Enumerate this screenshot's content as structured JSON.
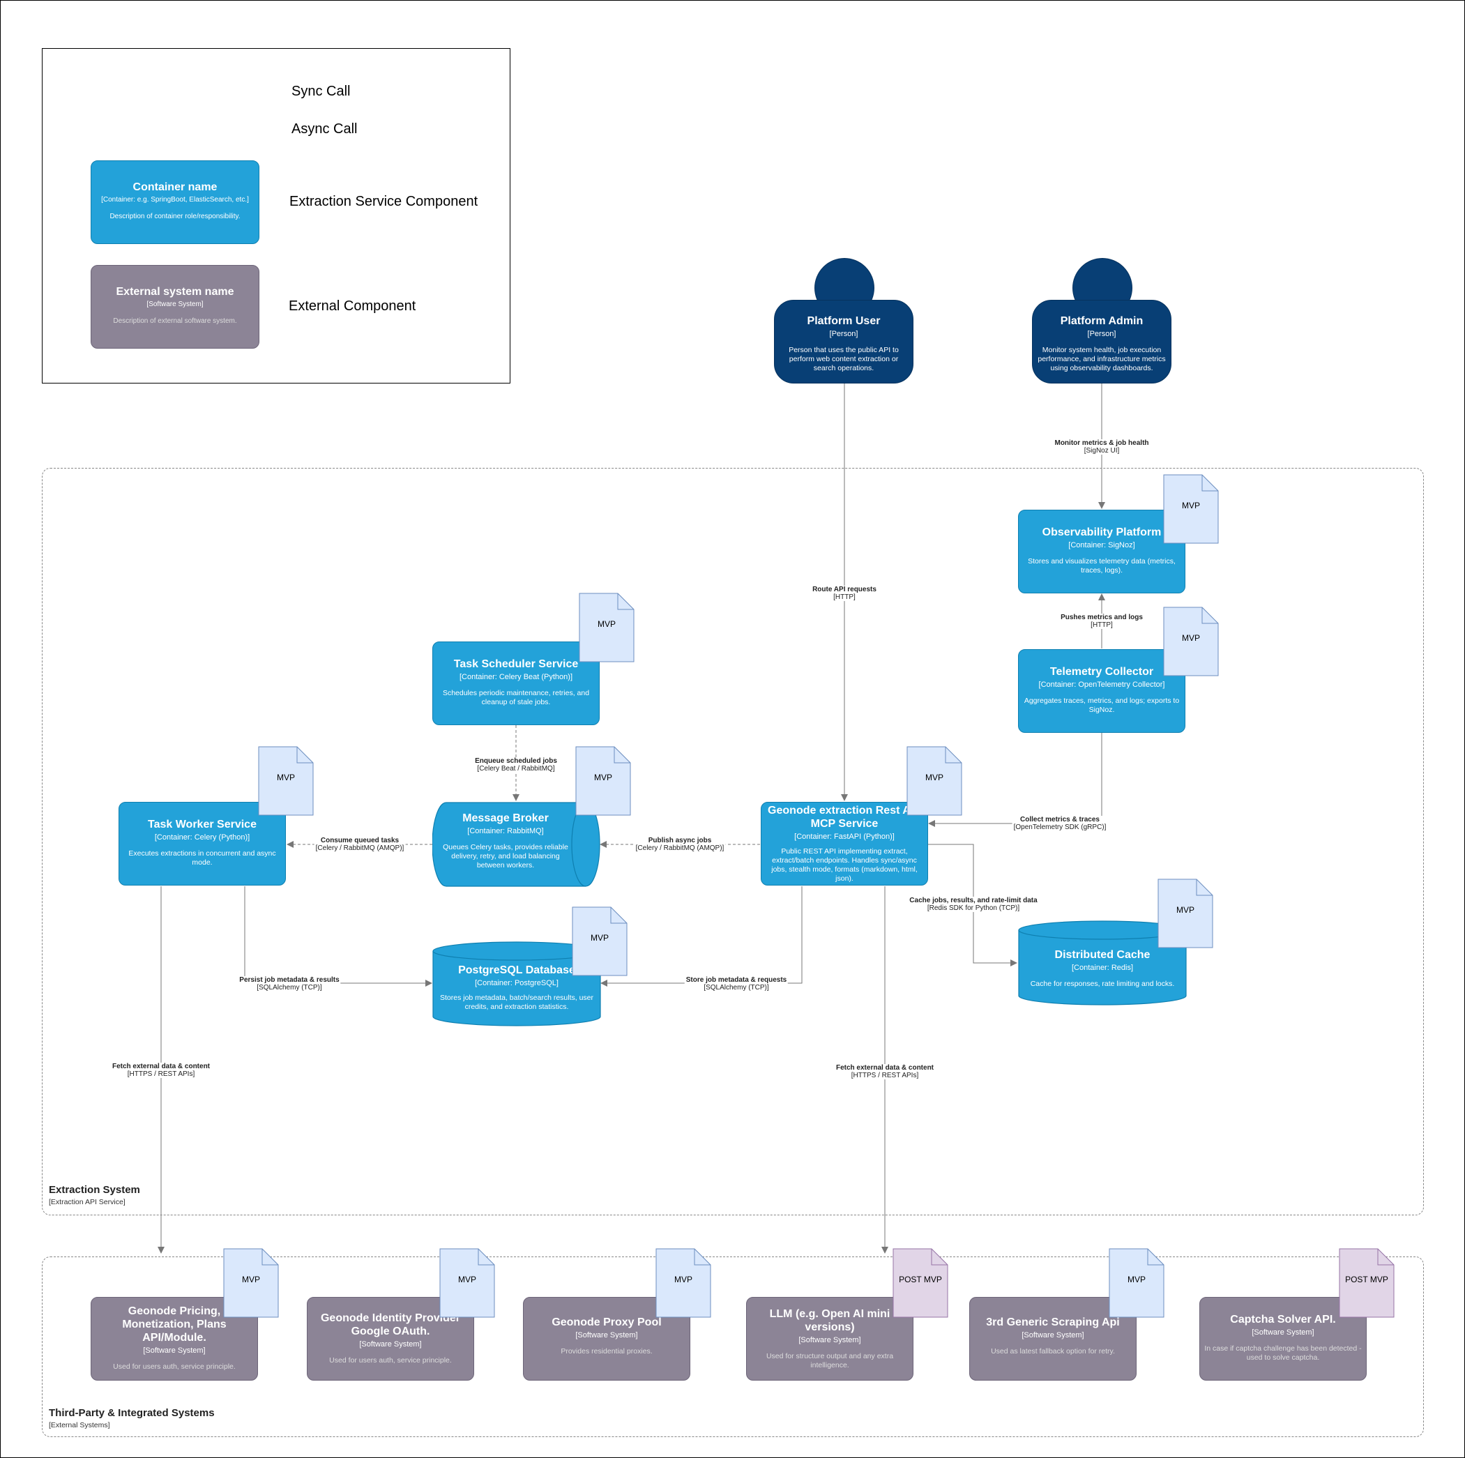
{
  "legend": {
    "sync": "Sync Call",
    "async": "Async Call",
    "container_title": "Container name",
    "container_type": "[Container: e.g. SpringBoot, ElasticSearch, etc.]",
    "container_desc": "Description of container role/responsibility.",
    "container_label": "Extraction Service Component",
    "external_title": "External system name",
    "external_type": "[Software System]",
    "external_desc": "Description of external software system.",
    "external_label": "External Component"
  },
  "persons": {
    "user": {
      "title": "Platform User",
      "type": "[Person]",
      "desc": "Person that uses the public API to perform web content extraction or search operations."
    },
    "admin": {
      "title": "Platform Admin",
      "type": "[Person]",
      "desc": "Monitor system health, job execution performance, and infrastructure metrics using observability dashboards."
    }
  },
  "boundaries": {
    "extraction": {
      "name": "Extraction System",
      "sub": "[Extraction API Service]"
    },
    "thirdparty": {
      "name": "Third-Party & Integrated Systems",
      "sub": "[External Systems]"
    }
  },
  "containers": {
    "observability": {
      "title": "Observability Platform",
      "type": "[Container: SigNoz]",
      "desc": "Stores and visualizes telemetry data (metrics, traces, logs)."
    },
    "telemetry": {
      "title": "Telemetry Collector",
      "type": "[Container: OpenTelemetry Collector]",
      "desc": "Aggregates traces, metrics, and logs; exports to SigNoz."
    },
    "scheduler": {
      "title": "Task Scheduler Service",
      "type": "[Container: Celery Beat (Python)]",
      "desc": "Schedules periodic maintenance, retries, and cleanup of stale jobs."
    },
    "worker": {
      "title": "Task Worker Service",
      "type": "[Container: Celery (Python)]",
      "desc": "Executes extractions in concurrent and async mode."
    },
    "broker": {
      "title": "Message Broker",
      "type": "[Container: RabbitMQ]",
      "desc": "Queues Celery tasks, provides reliable delivery, retry, and load balancing between workers."
    },
    "api": {
      "title": "Geonode extraction Rest API MCP Service",
      "type": "[Container: FastAPI (Python)]",
      "desc": "Public REST API implementing extract, extract/batch endpoints. Handles sync/async jobs, stealth mode, formats (markdown, html, json)."
    },
    "postgres": {
      "title": "PostgreSQL Database",
      "type": "[Container: PostgreSQL]",
      "desc": "Stores job metadata, batch/search results, user credits, and extraction statistics."
    },
    "cache": {
      "title": "Distributed Cache",
      "type": "[Container: Redis]",
      "desc": "Cache for responses, rate limiting and locks."
    }
  },
  "externals": {
    "pricing": {
      "title": "Geonode Pricing, Monetization, Plans API/Module.",
      "type": "[Software System]",
      "desc": "Used for users auth, service principle."
    },
    "identity": {
      "title": "Geonode Identity Provider Google OAuth.",
      "type": "[Software System]",
      "desc": "Used for users auth, service principle."
    },
    "proxy": {
      "title": "Geonode Proxy Pool",
      "type": "[Software System]",
      "desc": "Provides residential proxies."
    },
    "llm": {
      "title": "LLM (e.g. Open AI mini versions)",
      "type": "[Software System]",
      "desc": "Used for structure output and any extra intelligence."
    },
    "scraping": {
      "title": "3rd Generic Scraping Api",
      "type": "[Software System]",
      "desc": "Used as latest fallback option for retry."
    },
    "captcha": {
      "title": "Captcha Solver API.",
      "type": "[Software System]",
      "desc": "In case if captcha challenge has been detected - used to solve captcha."
    }
  },
  "notes": {
    "mvp": "MVP",
    "post_mvp": "POST MVP"
  },
  "relations": {
    "route": {
      "label": "Route API requests",
      "tech": "[HTTP]"
    },
    "monitor": {
      "label": "Monitor metrics & job health",
      "tech": "[SigNoz UI]"
    },
    "push": {
      "label": "Pushes metrics and logs",
      "tech": "[HTTP]"
    },
    "collect": {
      "label": "Collect metrics & traces",
      "tech": "[OpenTelemetry SDK (gRPC)]"
    },
    "enqueue": {
      "label": "Enqueue scheduled jobs",
      "tech": "[Celery Beat / RabbitMQ]"
    },
    "consume": {
      "label": "Consume queued tasks",
      "tech": "[Celery / RabbitMQ (AMQP)]"
    },
    "publish": {
      "label": "Publish async jobs",
      "tech": "[Celery / RabbitMQ (AMQP)]"
    },
    "cachejobs": {
      "label": "Cache jobs, results, and rate-limit data",
      "tech": "[Redis SDK for Python (TCP)]"
    },
    "persist": {
      "label": "Persist job metadata & results",
      "tech": "[SQLAlchemy (TCP)]"
    },
    "store": {
      "label": "Store job metadata & requests",
      "tech": "[SQLAlchemy (TCP)]"
    },
    "fetch_worker": {
      "label": "Fetch external data & content",
      "tech": "[HTTPS / REST APIs]"
    },
    "fetch_api": {
      "label": "Fetch external data & content",
      "tech": "[HTTPS / REST APIs]"
    }
  },
  "colors": {
    "container": "#23a2d9",
    "external": "#8c8496",
    "person": "#083f75",
    "mvp_note": "#dae8fc",
    "post_mvp_note": "#e1d5e7",
    "arrow": "#808080"
  }
}
